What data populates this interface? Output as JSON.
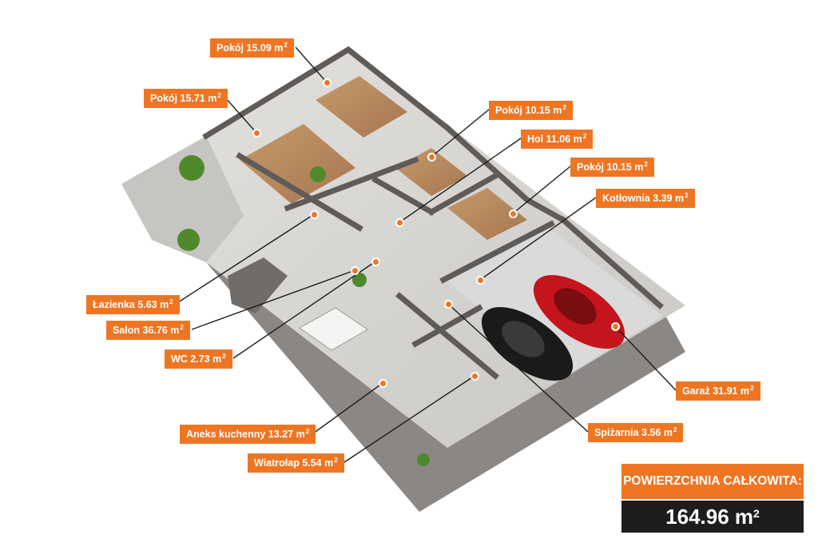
{
  "colors": {
    "accent": "#ee7623",
    "dark": "#1d1d1b",
    "wall": "#6b6868",
    "floor": "#d4d2ce",
    "wood": "#b7875a",
    "garage": "#cfcfcf",
    "car_red": "#c4141c",
    "car_black": "#1a1a1a"
  },
  "rooms": [
    {
      "id": "pokoj-1",
      "name": "Pokój 15.09 m",
      "sup": "2"
    },
    {
      "id": "pokoj-2",
      "name": "Pokój 15.71 m",
      "sup": "2"
    },
    {
      "id": "pokoj-3",
      "name": "Pokój 10.15 m",
      "sup": "2"
    },
    {
      "id": "hol",
      "name": "Hol 11.06 m",
      "sup": "2"
    },
    {
      "id": "pokoj-4",
      "name": "Pokój 10.15 m",
      "sup": "2"
    },
    {
      "id": "kotlownia",
      "name": "Kotłownia 3.39 m",
      "sup": "2"
    },
    {
      "id": "lazienka",
      "name": "Łazienka 5.63 m",
      "sup": "2"
    },
    {
      "id": "salon",
      "name": "Salon 36.76 m",
      "sup": "2"
    },
    {
      "id": "wc",
      "name": "WC 2.73 m",
      "sup": "2"
    },
    {
      "id": "garaz",
      "name": "Garaż 31.91 m",
      "sup": "2"
    },
    {
      "id": "spizarnia",
      "name": "Spiżarnia 3.56 m",
      "sup": "2"
    },
    {
      "id": "aneks",
      "name": "Aneks kuchenny 13.27 m",
      "sup": "2"
    },
    {
      "id": "wiatrolap",
      "name": "Wiatrołap 5.54 m",
      "sup": "2"
    }
  ],
  "total": {
    "title": "POWIERZCHNIA CAŁKOWITA:",
    "value": "164.96 m",
    "sup": "2"
  }
}
